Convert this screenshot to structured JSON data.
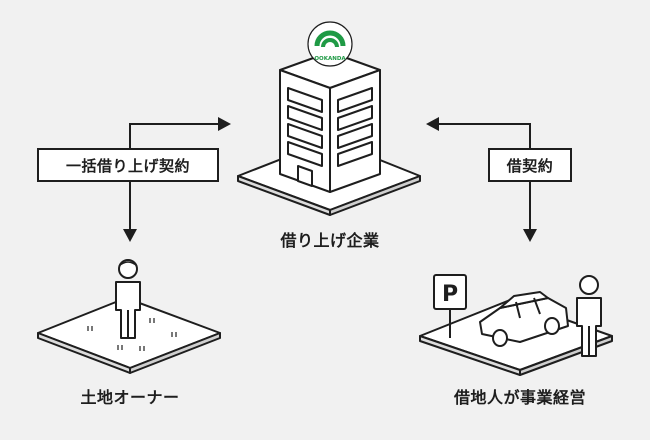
{
  "nodes": {
    "company": {
      "label": "借り上げ企業",
      "logo_text": "OOKANDA"
    },
    "landowner": {
      "label": "土地オーナー"
    },
    "tenant": {
      "label": "借地人が事業経営"
    }
  },
  "edges": {
    "bulk_lease": {
      "label": "一括借り上げ契約"
    },
    "lease": {
      "label": "借契約"
    }
  },
  "parking_sign": {
    "letter": "P"
  },
  "colors": {
    "line": "#1e1e1e",
    "background": "#f1f1f1",
    "logo_green": "#1f9a45"
  }
}
